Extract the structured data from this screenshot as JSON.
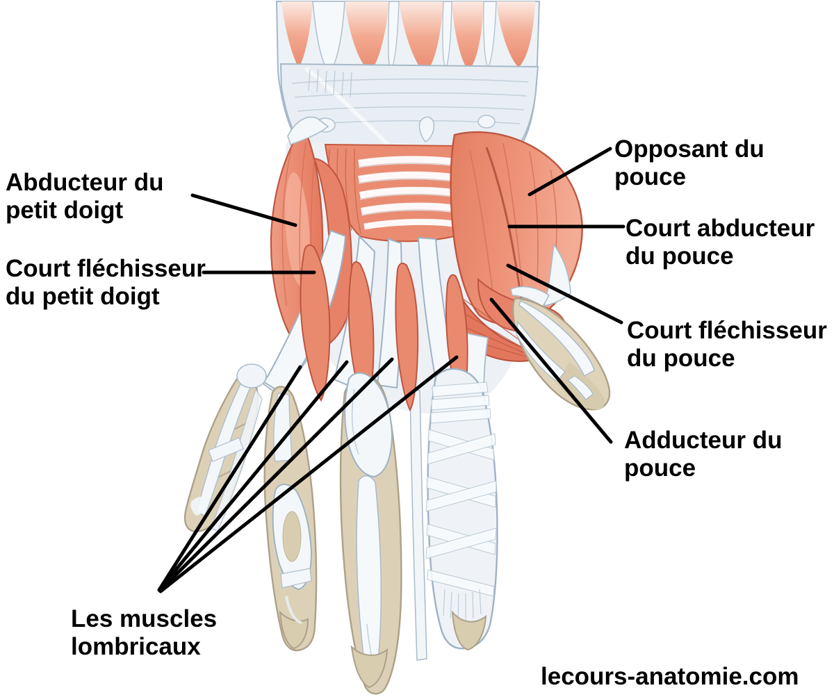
{
  "figure": {
    "labels": {
      "abducteur_petit_doigt": "Abducteur du\npetit doigt",
      "court_flechisseur_petit_doigt": "Court fléchisseur\ndu petit doigt",
      "les_muscles_lombricaux": "Les muscles\nlombricaux",
      "opposant_pouce": "Opposant du\npouce",
      "court_abducteur_pouce": "Court abducteur\ndu pouce",
      "court_flechisseur_pouce": "Court fléchisseur\ndu pouce",
      "adducteur_pouce": "Adducteur du\npouce"
    },
    "watermark": "lecours-anatomie.com",
    "colors": {
      "background": "#FFFFFF",
      "muscle": "#EA8C72",
      "muscle_highlight": "#F5AE97",
      "muscle_outline": "#BE5640",
      "tendon": "#F4F7FA",
      "tendon_outline": "#9FB2C4",
      "bone_beige": "#DCD1B7",
      "beige_outline": "#ACA189",
      "pointer_line": "#000000",
      "label_text": "#000000"
    }
  }
}
